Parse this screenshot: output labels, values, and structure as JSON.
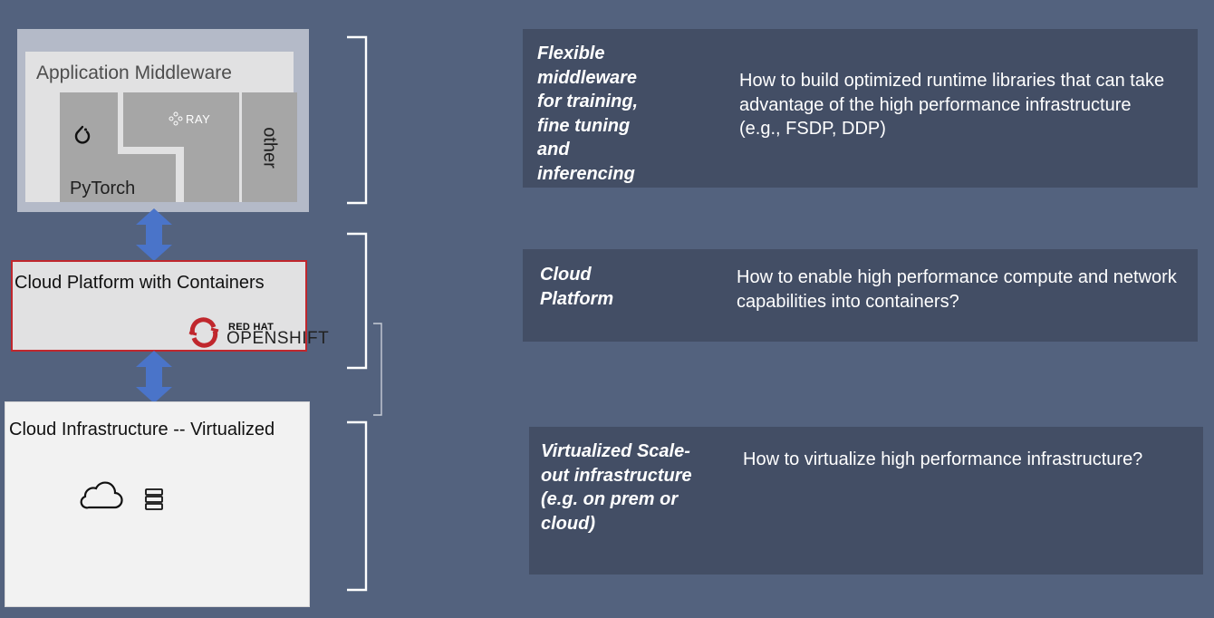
{
  "stack": {
    "middleware": {
      "title": "Application Middleware",
      "pytorch": "PyTorch",
      "ray": "RAY",
      "other": "other"
    },
    "platform": {
      "title": "Cloud Platform with Containers",
      "logo_top": "RED HAT",
      "logo_bottom": "OPENSHIFT"
    },
    "infrastructure": {
      "title": "Cloud Infrastructure -- Virtualized"
    }
  },
  "cards": [
    {
      "label": "Flexible middleware for training, fine tuning and inferencing",
      "description": "How to build optimized runtime libraries that can take advantage of the high performance infrastructure (e.g., FSDP, DDP)"
    },
    {
      "label": "Cloud Platform",
      "description": "How to enable high performance compute and network capabilities into containers?"
    },
    {
      "label": "Virtualized Scale-out infrastructure (e.g. on prem or cloud)",
      "description": "How to virtualize high performance infrastructure?"
    }
  ],
  "colors": {
    "background": "#53627e",
    "card": "#434e65",
    "arrow": "#4a74c9",
    "openshift_red": "#c0272d"
  },
  "icons": [
    "pytorch-icon",
    "ray-icon",
    "openshift-logo",
    "cloud-icon",
    "server-icon",
    "double-arrow-icon"
  ]
}
